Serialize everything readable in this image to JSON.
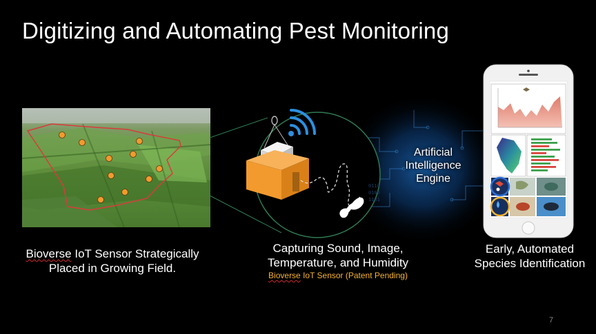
{
  "title": "Digitizing and Automating Pest Monitoring",
  "field_caption": {
    "brand": "Bioverse",
    "line1_rest": " IoT Sensor Strategically",
    "line2": "Placed in Growing Field."
  },
  "sensor_caption": {
    "line1": "Capturing Sound, Image,",
    "line2": "Temperature, and Humidity",
    "sub_brand": "Bioverse",
    "sub_rest": " IoT Sensor (Patent Pending)"
  },
  "ai_engine": {
    "line1": "Artificial",
    "line2": "Intelligence",
    "line3": "Engine",
    "binary_1": "0110",
    "binary_2": "0100",
    "binary_3": "1101"
  },
  "species_caption": {
    "line1": "Early, Automated",
    "line2": "Species Identification"
  },
  "page_number": "7",
  "colors": {
    "background": "#000000",
    "sensor_orange": "#f29a2e",
    "wifi_blue": "#2c8fde",
    "field_outline": "#d93b3b",
    "subtitle_yellow": "#f5b331",
    "circle_green": "#2f7a52"
  },
  "icons": [
    "wifi-icon",
    "moth-icon",
    "sensor-box-icon",
    "smartphone-icon"
  ]
}
